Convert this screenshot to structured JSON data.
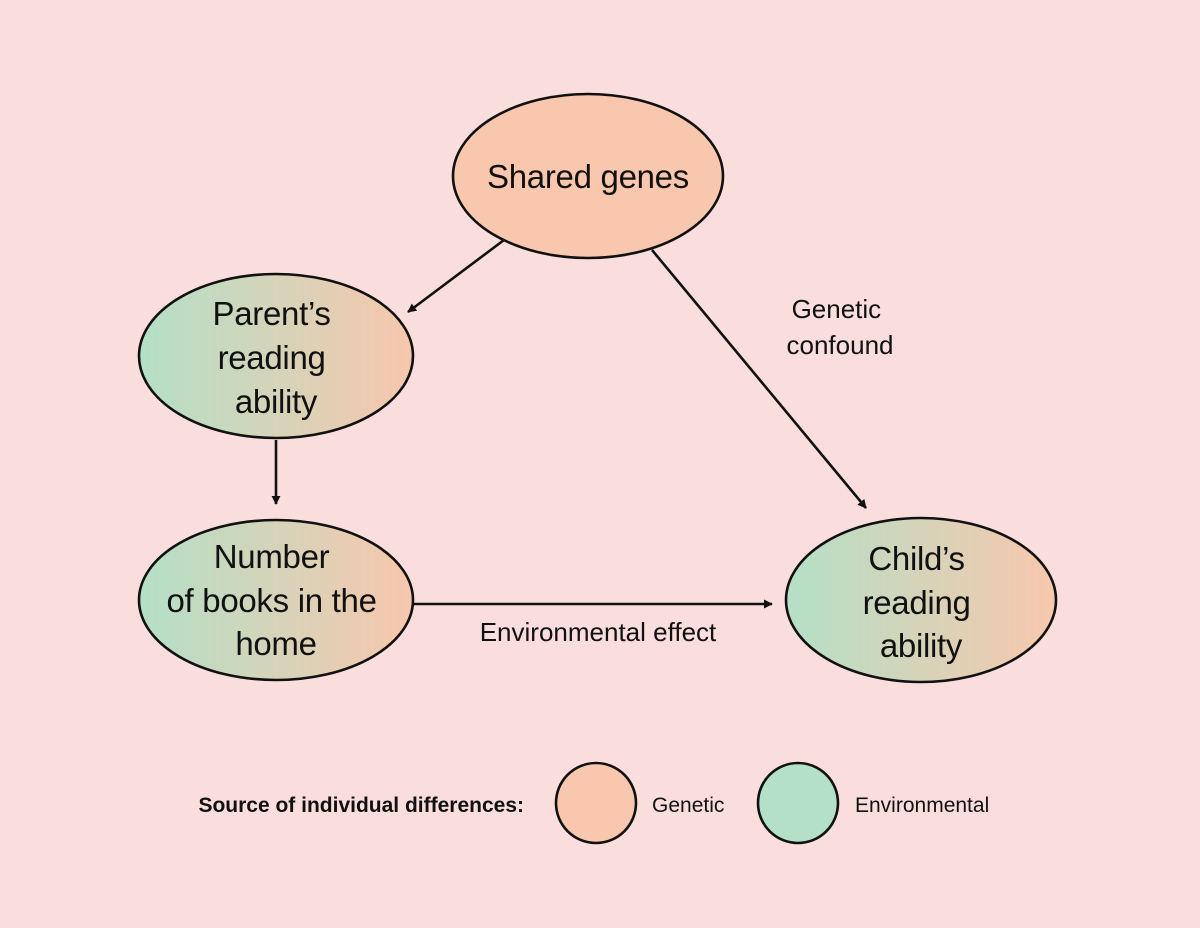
{
  "colors": {
    "background": "#fadedd",
    "genetic": "#f8c7ad",
    "environmental": "#b3e0c6",
    "stroke": "#111111"
  },
  "nodes": {
    "shared_genes": {
      "lines": [
        "Shared genes"
      ],
      "source": "genetic"
    },
    "parent_reading": {
      "lines": [
        "Parent’s",
        "reading",
        "ability"
      ],
      "source": "environmental-to-genetic"
    },
    "books_home": {
      "lines": [
        "Number",
        "of books in the",
        "home"
      ],
      "source": "environmental-to-genetic"
    },
    "child_reading": {
      "lines": [
        "Child’s",
        "reading",
        "ability"
      ],
      "source": "environmental-to-genetic"
    }
  },
  "edges": {
    "genes_to_parent": {
      "from": "shared_genes",
      "to": "parent_reading"
    },
    "genes_to_child": {
      "from": "shared_genes",
      "to": "child_reading",
      "label": [
        "Genetic",
        "confound"
      ]
    },
    "parent_to_books": {
      "from": "parent_reading",
      "to": "books_home"
    },
    "books_to_child": {
      "from": "books_home",
      "to": "child_reading",
      "label": [
        "Environmental effect"
      ]
    }
  },
  "legend": {
    "title": "Source of individual differences:",
    "genetic_label": "Genetic",
    "environmental_label": "Environmental"
  }
}
